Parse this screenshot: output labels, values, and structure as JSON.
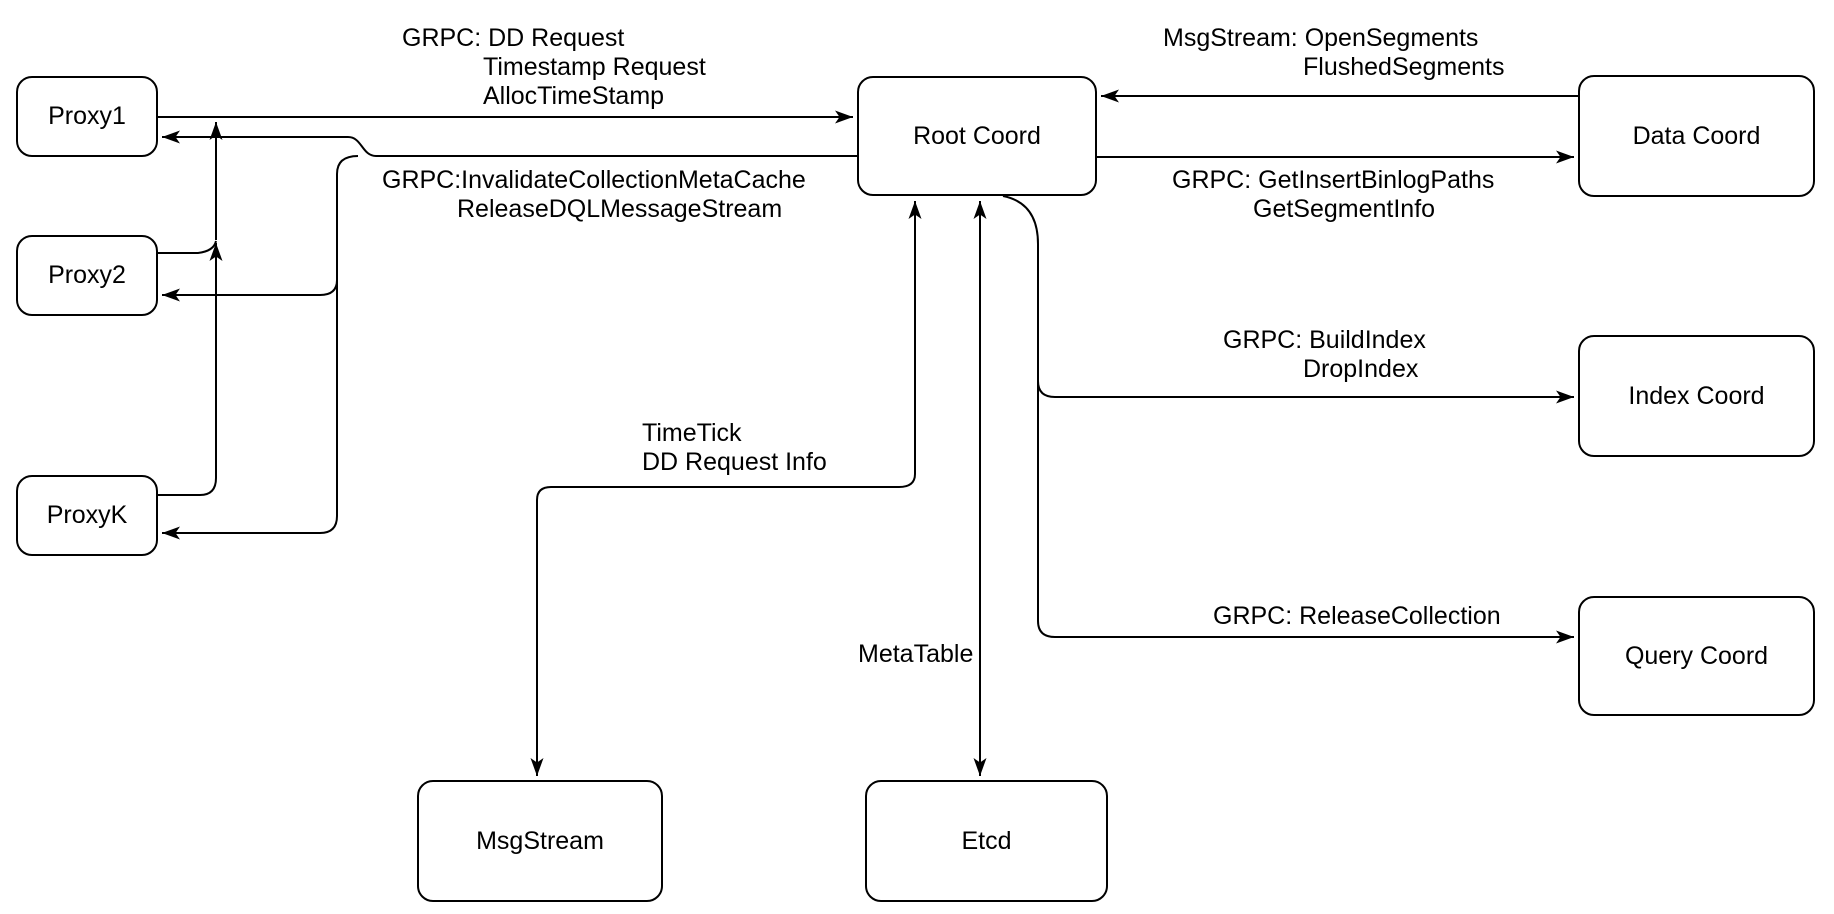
{
  "nodes": {
    "proxy1": {
      "label": "Proxy1"
    },
    "proxy2": {
      "label": "Proxy2"
    },
    "proxyk": {
      "label": "ProxyK"
    },
    "root_coord": {
      "label": "Root Coord"
    },
    "data_coord": {
      "label": "Data Coord"
    },
    "index_coord": {
      "label": "Index Coord"
    },
    "query_coord": {
      "label": "Query Coord"
    },
    "msgstream": {
      "label": "MsgStream"
    },
    "etcd": {
      "label": "Etcd"
    }
  },
  "edge_labels": {
    "proxies_to_root": [
      "GRPC: DD Request",
      "Timestamp Request",
      "AllocTimeStamp"
    ],
    "root_to_proxies": [
      "GRPC:InvalidateCollectionMetaCache",
      "ReleaseDQLMessageStream"
    ],
    "data_to_root": [
      "MsgStream: OpenSegments",
      "FlushedSegments"
    ],
    "root_to_data": [
      "GRPC: GetInsertBinlogPaths",
      "GetSegmentInfo"
    ],
    "root_to_index": [
      "GRPC: BuildIndex",
      "DropIndex"
    ],
    "root_to_query": [
      "GRPC: ReleaseCollection"
    ],
    "root_to_msgstream": [
      "TimeTick",
      "DD Request Info"
    ],
    "root_to_etcd": [
      "MetaTable"
    ]
  },
  "edges": [
    {
      "from": "proxy1,proxy2,proxyk",
      "to": "root_coord",
      "label_ref": "proxies_to_root",
      "direction": "one-way"
    },
    {
      "from": "root_coord",
      "to": "proxy1,proxy2,proxyk",
      "label_ref": "root_to_proxies",
      "direction": "one-way"
    },
    {
      "from": "data_coord",
      "to": "root_coord",
      "label_ref": "data_to_root",
      "direction": "one-way"
    },
    {
      "from": "root_coord",
      "to": "data_coord",
      "label_ref": "root_to_data",
      "direction": "one-way"
    },
    {
      "from": "root_coord",
      "to": "index_coord",
      "label_ref": "root_to_index",
      "direction": "one-way"
    },
    {
      "from": "root_coord",
      "to": "query_coord",
      "label_ref": "root_to_query",
      "direction": "one-way"
    },
    {
      "from": "root_coord",
      "to": "msgstream",
      "label_ref": "root_to_msgstream",
      "direction": "two-way"
    },
    {
      "from": "root_coord",
      "to": "etcd",
      "label_ref": "root_to_etcd",
      "direction": "two-way"
    }
  ],
  "colors": {
    "stroke": "#000000",
    "node_fill": "#ffffff",
    "text": "#000000",
    "background": "#ffffff"
  }
}
